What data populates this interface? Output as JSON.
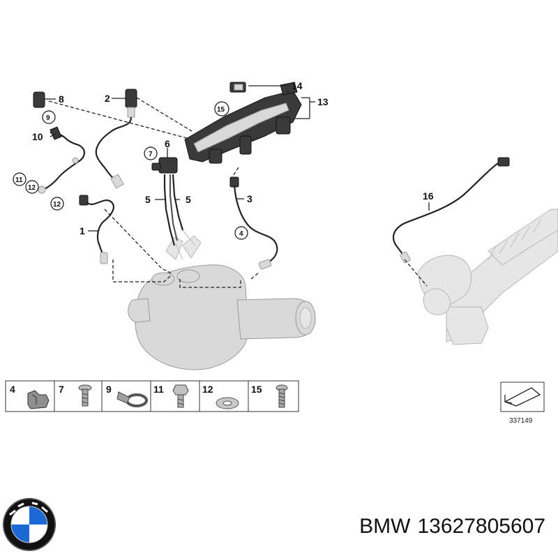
{
  "diagram": {
    "callouts": [
      "1",
      "2",
      "3",
      "4",
      "5",
      "5",
      "6",
      "7",
      "8",
      "9",
      "10",
      "11",
      "12",
      "12",
      "13",
      "14",
      "15",
      "16"
    ],
    "legend_items": [
      "4",
      "7",
      "9",
      "11",
      "12",
      "15"
    ],
    "reference_number": "337149"
  },
  "caption": {
    "brand": "BMW",
    "part_number": "13627805607"
  }
}
